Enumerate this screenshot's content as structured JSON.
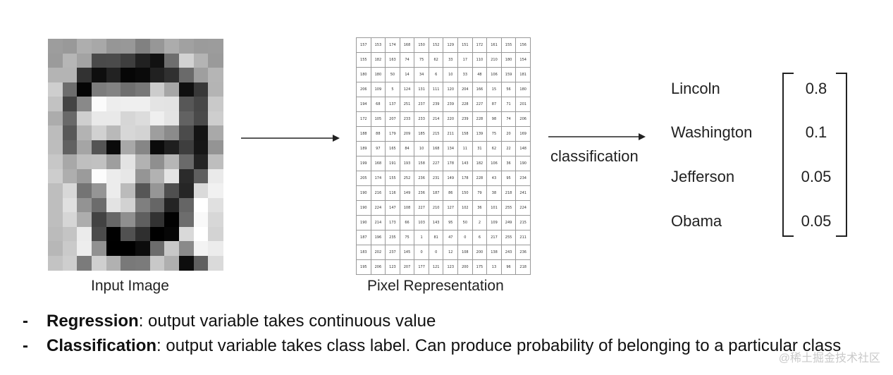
{
  "captions": {
    "input_image": "Input Image",
    "pixel_representation": "Pixel Representation"
  },
  "classification_label": "classification",
  "classes": [
    {
      "name": "Lincoln",
      "probability": "0.8"
    },
    {
      "name": "Washington",
      "probability": "0.1"
    },
    {
      "name": "Jefferson",
      "probability": "0.05"
    },
    {
      "name": "Obama",
      "probability": "0.05"
    }
  ],
  "pixel_values": [
    [
      157,
      153,
      174,
      168,
      150,
      152,
      129,
      151,
      172,
      161,
      155,
      156
    ],
    [
      155,
      182,
      163,
      74,
      75,
      62,
      33,
      17,
      110,
      210,
      180,
      154
    ],
    [
      180,
      180,
      50,
      14,
      34,
      6,
      10,
      33,
      48,
      106,
      159,
      181
    ],
    [
      206,
      109,
      5,
      124,
      131,
      111,
      120,
      204,
      166,
      15,
      56,
      180
    ],
    [
      194,
      68,
      137,
      251,
      237,
      239,
      239,
      228,
      227,
      87,
      71,
      201
    ],
    [
      172,
      105,
      207,
      233,
      233,
      214,
      220,
      239,
      228,
      98,
      74,
      206
    ],
    [
      188,
      88,
      179,
      209,
      185,
      215,
      211,
      158,
      139,
      75,
      20,
      169
    ],
    [
      189,
      97,
      165,
      84,
      10,
      168,
      134,
      11,
      31,
      62,
      22,
      148
    ],
    [
      199,
      168,
      191,
      193,
      158,
      227,
      178,
      143,
      182,
      106,
      36,
      190
    ],
    [
      205,
      174,
      155,
      252,
      236,
      231,
      149,
      178,
      228,
      43,
      95,
      234
    ],
    [
      190,
      216,
      116,
      149,
      236,
      187,
      86,
      150,
      79,
      38,
      218,
      241
    ],
    [
      190,
      224,
      147,
      108,
      227,
      210,
      127,
      102,
      36,
      101,
      255,
      224
    ],
    [
      190,
      214,
      173,
      66,
      103,
      143,
      95,
      50,
      2,
      109,
      249,
      215
    ],
    [
      187,
      196,
      235,
      75,
      1,
      81,
      47,
      0,
      6,
      217,
      255,
      211
    ],
    [
      183,
      202,
      237,
      145,
      0,
      0,
      12,
      108,
      200,
      138,
      243,
      236
    ],
    [
      195,
      206,
      123,
      207,
      177,
      121,
      123,
      200,
      175,
      13,
      96,
      218
    ]
  ],
  "notes": [
    {
      "dash": "-",
      "term": "Regression",
      "text": ": output variable takes continuous value"
    },
    {
      "dash": "-",
      "term": "Classification",
      "text": ": output variable takes class label. Can produce probability of belonging to a particular class"
    }
  ],
  "watermark": "@稀土掘金技术社区"
}
